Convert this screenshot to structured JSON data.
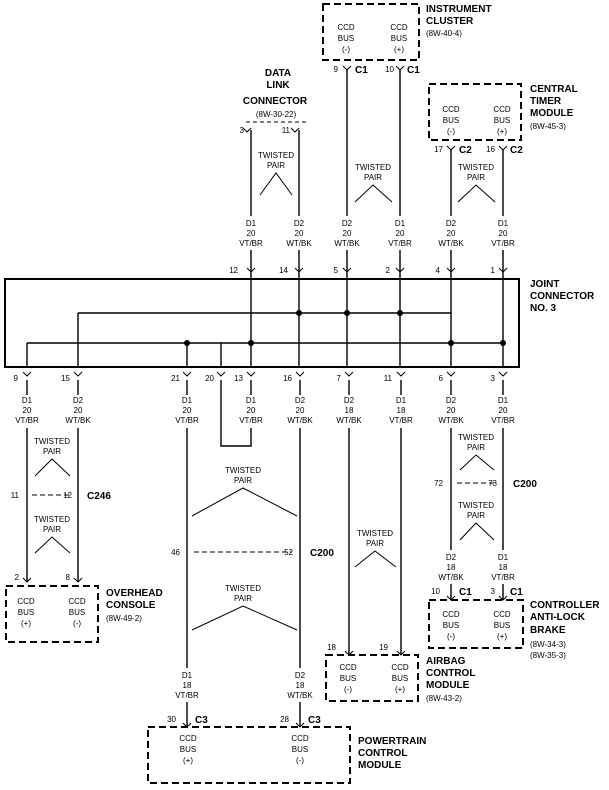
{
  "modules": {
    "instrument_cluster": {
      "name": [
        "INSTRUMENT",
        "CLUSTER"
      ],
      "ref": "(8W-40-4)",
      "pins": [
        "9",
        "10"
      ],
      "conn": "C1",
      "bus": [
        [
          "CCD",
          "BUS",
          "(-)"
        ],
        [
          "CCD",
          "BUS",
          "(+)"
        ]
      ]
    },
    "dlc": {
      "name": [
        "DATA",
        "LINK",
        "CONNECTOR"
      ],
      "ref": "(8W-30-22)",
      "pins": [
        "3",
        "11"
      ]
    },
    "central_timer": {
      "name": [
        "CENTRAL",
        "TIMER",
        "MODULE"
      ],
      "ref": "(8W-45-3)",
      "pins": [
        "17",
        "16"
      ],
      "conn": "C2",
      "bus": [
        [
          "CCD",
          "BUS",
          "(-)"
        ],
        [
          "CCD",
          "BUS",
          "(+)"
        ]
      ]
    },
    "joint": {
      "name": [
        "JOINT",
        "CONNECTOR",
        "NO. 3"
      ],
      "top_pins": [
        "12",
        "14",
        "5",
        "2",
        "4",
        "1"
      ],
      "bottom_pins": [
        "9",
        "15",
        "21",
        "20",
        "13",
        "16",
        "7",
        "11",
        "6",
        "3"
      ]
    },
    "overhead": {
      "name": [
        "OVERHEAD",
        "CONSOLE"
      ],
      "ref": "(8W-49-2)",
      "pins": [
        "2",
        "8"
      ],
      "bus": [
        [
          "CCD",
          "BUS",
          "(+)"
        ],
        [
          "CCD",
          "BUS",
          "(-)"
        ]
      ]
    },
    "abs": {
      "name": [
        "CONTROLLER",
        "ANTI-LOCK",
        "BRAKE"
      ],
      "refs": [
        "(8W-34-3)",
        "(8W-35-3)"
      ],
      "pins": [
        "10",
        "3"
      ],
      "conn": "C1",
      "bus": [
        [
          "CCD",
          "BUS",
          "(-)"
        ],
        [
          "CCD",
          "BUS",
          "(+)"
        ]
      ]
    },
    "airbag": {
      "name": [
        "AIRBAG",
        "CONTROL",
        "MODULE"
      ],
      "ref": "(8W-43-2)",
      "pins": [
        "18",
        "19"
      ],
      "bus": [
        [
          "CCD",
          "BUS",
          "(-)"
        ],
        [
          "CCD",
          "BUS",
          "(+)"
        ]
      ]
    },
    "pcm": {
      "name": [
        "POWERTRAIN",
        "CONTROL",
        "MODULE"
      ],
      "pins": [
        "30",
        "28"
      ],
      "conn": "C3",
      "bus": [
        [
          "CCD",
          "BUS",
          "(+)"
        ],
        [
          "CCD",
          "BUS",
          "(-)"
        ]
      ]
    }
  },
  "inline": {
    "c246": {
      "name": "C246",
      "pins": [
        "11",
        "12"
      ]
    },
    "c200_left": {
      "name": "C200",
      "pins": [
        "46",
        "52"
      ]
    },
    "c200_right": {
      "name": "C200",
      "pins": [
        "72",
        "73"
      ]
    }
  },
  "twisted_pair": [
    "TWISTED",
    "PAIR"
  ],
  "wires": {
    "d1_20": [
      "D1",
      "20",
      "VT/BR"
    ],
    "d2_20": [
      "D2",
      "20",
      "WT/BK"
    ],
    "d1_18": [
      "D1",
      "18",
      "VT/BR"
    ],
    "d2_18": [
      "D2",
      "18",
      "WT/BK"
    ]
  }
}
